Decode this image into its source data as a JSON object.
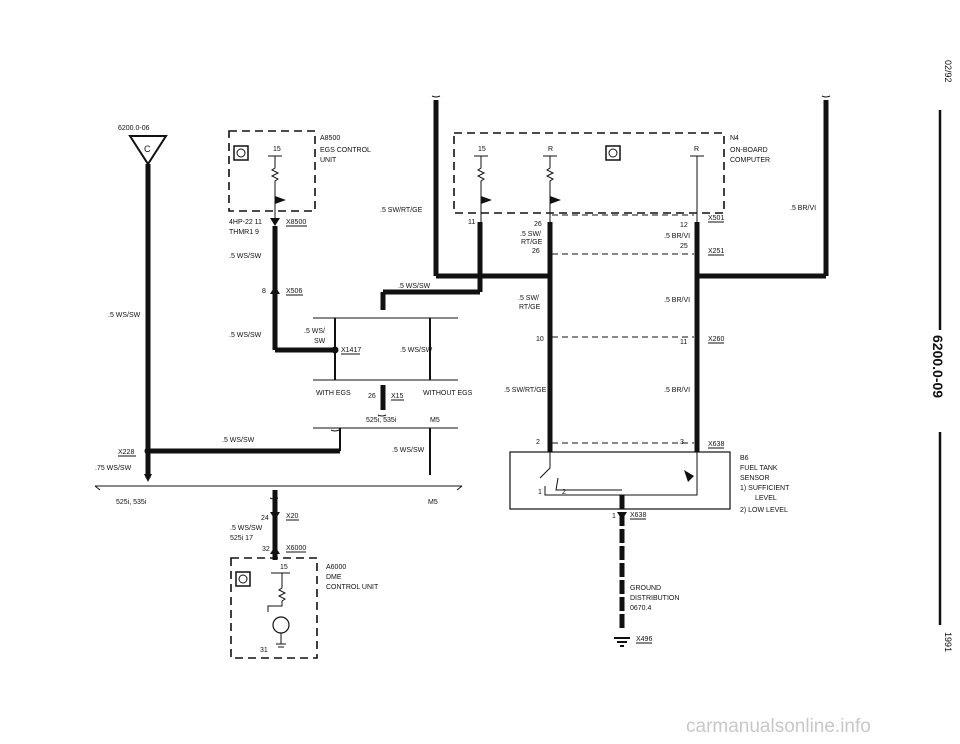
{
  "page": {
    "doc_code": "6200.0-06",
    "date": "02/92",
    "section_title": "6200.0-09",
    "year": "1991",
    "watermark": "carmanualsonline.info"
  },
  "components": {
    "a8500": {
      "id": "A8500",
      "line1": "EGS CONTROL",
      "line2": "UNIT",
      "pin": "15"
    },
    "n4": {
      "id": "N4",
      "line1": "ON-BOARD",
      "line2": "COMPUTER",
      "pin_15": "15",
      "pin_r1": "R",
      "pin_r2": "R"
    },
    "b6": {
      "id": "B6",
      "line1": "FUEL TANK",
      "line2": "SENSOR",
      "item1": "1)  SUFFICIENT",
      "item1b": "LEVEL",
      "item2": "2)  LOW LEVEL",
      "sw1": "1",
      "sw2": "2"
    },
    "a6000": {
      "id": "A6000",
      "line1": "DME",
      "line2": "CONTROL UNIT",
      "pin15": "15",
      "pin31": "31"
    },
    "ground": {
      "line1": "GROUND",
      "line2": "DISTRIBUTION",
      "line3": "0670.4",
      "conn": "X496"
    }
  },
  "connectors": {
    "x8500": "X8500",
    "x506": "X506",
    "x1417": "X1417",
    "x15": "X15",
    "x228": "X228",
    "x20": "X20",
    "x6000": "X6000",
    "x501": "X501",
    "x251": "X251",
    "x260": "X260",
    "x638": "X638",
    "x638b": "X638"
  },
  "pins": {
    "p4hp": "4HP-22  11",
    "thmr": "THMR1   9",
    "p8": "8",
    "p26a": "26",
    "p11a": "11",
    "p26b": "26",
    "p26c": "26",
    "p12": "12",
    "p25": "25",
    "p10": "10",
    "p11b": "11",
    "p2": "2",
    "p3": "3",
    "p24": "24",
    "p525": "525i  17",
    "p32": "32",
    "p1": "1"
  },
  "wires": {
    "ws_sw": ".5 WS/SW",
    "ws_sw_left": ".5 WS/SW",
    "ws_sw_b": ".5 WS/SW",
    "ws_sw_c": ".5 WS/SW",
    "ws_sw_mid": ".5 WS/SW",
    "ws_sw_d": ".5 WS/SW",
    "ws_sw_e": ".5 WS/SW",
    "ws_sw_f": ".5 WS/SW",
    "ws_sw_g": ".5 WS/SW",
    "ws_sw75": ".75 WS/SW",
    "ws_sw_split": ".5 WS/",
    "sw": "SW",
    "sw_rt_ge": ".5 SW/RT/GE",
    "sw_rt_ge2": ".5 SW/RT/GE",
    "sw_a": ".5 SW/",
    "rt_ge": "RT/GE",
    "sw_b": ".5 SW/",
    "rt_ge2": "RT/GE",
    "br_vi": ".5 BR/VI",
    "br_vi2": ".5 BR/VI",
    "br_vi3": ".5 BR/VI",
    "br_vi4": ".5 BR/VI"
  },
  "options": {
    "with_egs": "WITH EGS",
    "without_egs": "WITHOUT EGS",
    "models_a": "525i, 535i",
    "m5_a": "M5",
    "models_b": "525i, 535i",
    "m5_b": "M5"
  },
  "ref": {
    "c": "C"
  }
}
